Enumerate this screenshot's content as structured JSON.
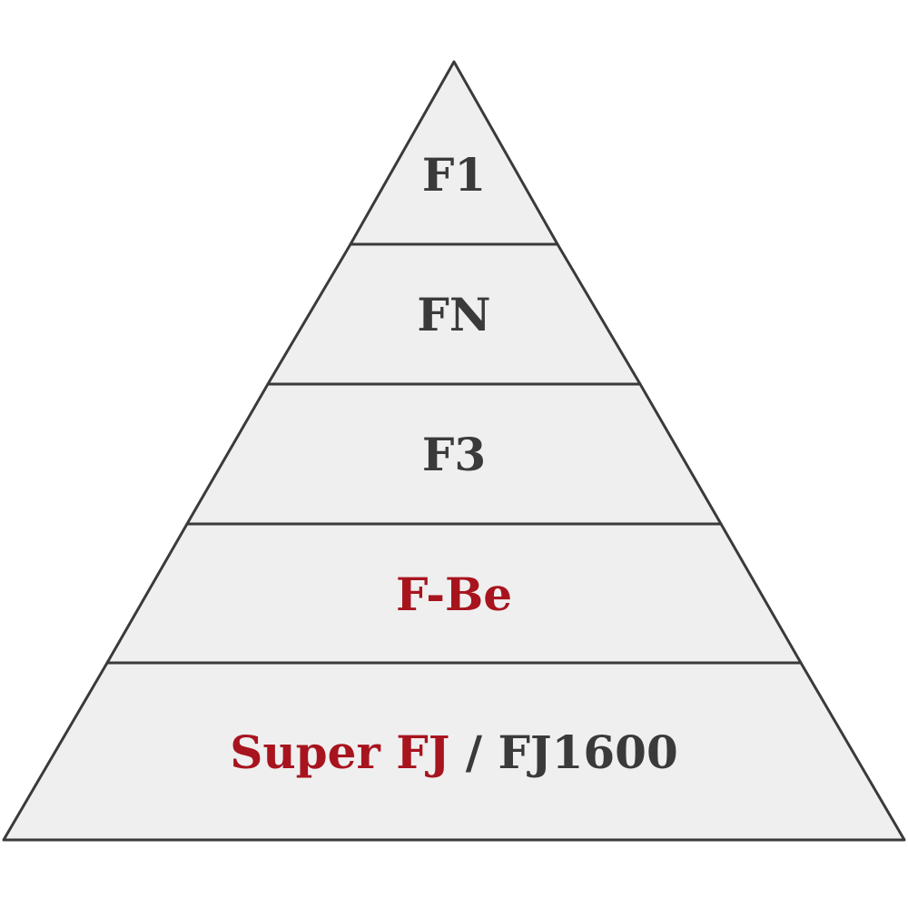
{
  "pyramid": {
    "fill_color": "#efefef",
    "stroke_color": "#3a3a3a",
    "tiers": [
      {
        "label": "F1",
        "color": "#3a3a3a"
      },
      {
        "label": "FN",
        "color": "#3a3a3a"
      },
      {
        "label": "F3",
        "color": "#3a3a3a"
      },
      {
        "label": "F-Be",
        "color": "#a8141e"
      },
      {
        "parts": [
          {
            "text": "Super FJ",
            "color": "#a8141e"
          },
          {
            "text": " / ",
            "color": "#3a3a3a"
          },
          {
            "text": "FJ1600",
            "color": "#3a3a3a"
          }
        ]
      }
    ]
  }
}
